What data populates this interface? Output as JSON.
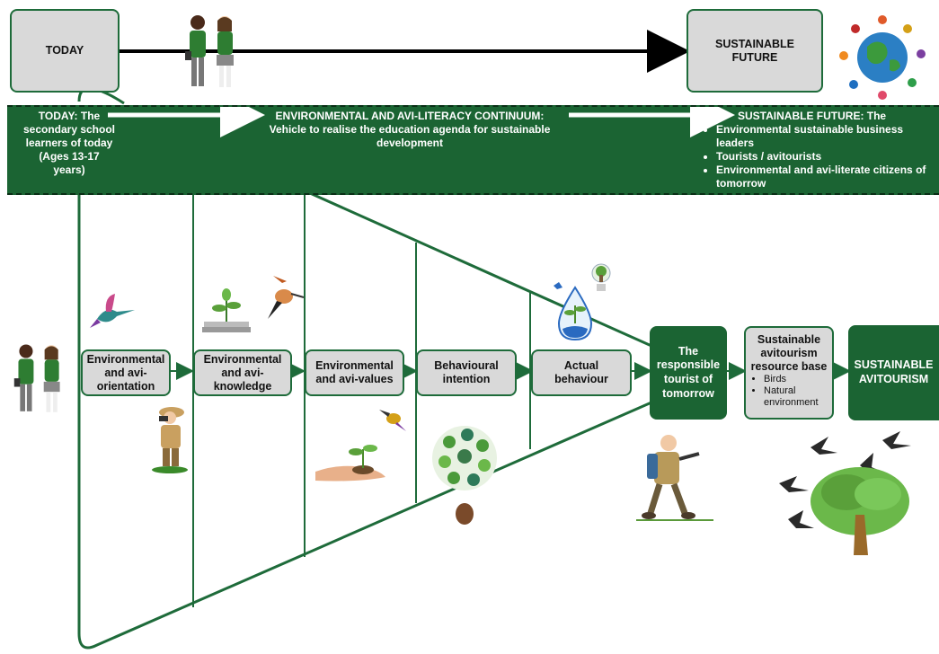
{
  "top": {
    "today_label": "TODAY",
    "future_label_line1": "SUSTAINABLE",
    "future_label_line2": "FUTURE"
  },
  "band": {
    "left_title": "TODAY: The",
    "left_lines": [
      "secondary school",
      "learners of today",
      "(Ages 13-17",
      "years)"
    ],
    "center_title": "ENVIRONMENTAL AND AVI-LITERACY CONTINUUM:",
    "center_lines": [
      "Vehicle to realise the education agenda for sustainable",
      "development"
    ],
    "right_title": "SUSTAINABLE FUTURE: The",
    "right_items": [
      "Environmental sustainable business leaders",
      "Tourists / avitourists",
      "Environmental and avi-literate citizens of tomorrow"
    ]
  },
  "stages": [
    {
      "line1": "Environmental",
      "line2": "and avi-",
      "line3": "orientation"
    },
    {
      "line1": "Environmental",
      "line2": "and avi-",
      "line3": "knowledge"
    },
    {
      "line1": "Environmental",
      "line2": "and avi-values",
      "line3": ""
    },
    {
      "line1": "Behavioural",
      "line2": "intention",
      "line3": ""
    },
    {
      "line1": "Actual",
      "line2": "behaviour",
      "line3": ""
    }
  ],
  "responsible": {
    "line1": "The",
    "line2": "responsible",
    "line3": "tourist of",
    "line4": "tomorrow"
  },
  "resource": {
    "line1": "Sustainable",
    "line2": "avitourism",
    "line3": "resource base",
    "items": [
      "Birds",
      "Natural environment"
    ]
  },
  "final": {
    "line1": "SUSTAINABLE",
    "line2": "AVITOURISM"
  },
  "colors": {
    "dark_green": "#1b6433",
    "grey_box": "#d9d9d9",
    "line_green": "#1e6b3a"
  },
  "icons": [
    "students-icon",
    "globe-children-icon",
    "hummingbird-icon",
    "books-plant-icon",
    "hoopoe-icon",
    "birdwatcher-icon",
    "hands-seedling-icon",
    "bird-icon",
    "eco-head-icon",
    "water-drop-icon",
    "tree-bulb-icon",
    "hiker-icon",
    "swallows-tree-icon"
  ]
}
